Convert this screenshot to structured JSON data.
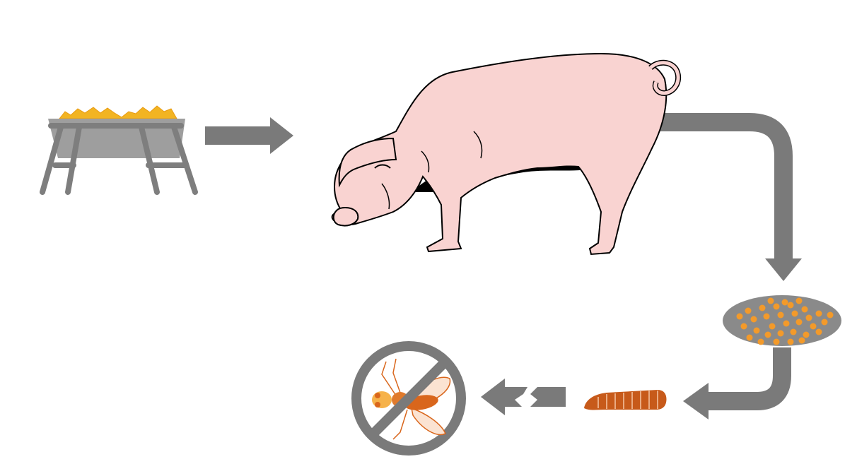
{
  "diagram": {
    "type": "life-cycle flow",
    "stages": [
      {
        "id": "feed",
        "icon": "feeder-trough-icon"
      },
      {
        "id": "pig",
        "icon": "pig-icon"
      },
      {
        "id": "eggs",
        "icon": "egg-cluster-icon"
      },
      {
        "id": "larva",
        "icon": "larva-icon"
      },
      {
        "id": "no-fly",
        "icon": "prohibited-fly-icon"
      }
    ],
    "flow": [
      {
        "from": "feed",
        "to": "pig",
        "style": "solid"
      },
      {
        "from": "pig",
        "to": "eggs",
        "style": "solid-curved"
      },
      {
        "from": "eggs",
        "to": "larva",
        "style": "solid-curved"
      },
      {
        "from": "larva",
        "to": "no-fly",
        "style": "broken"
      }
    ],
    "colors": {
      "arrow": "#7a7a7a",
      "trough": "#9e9e9e",
      "trough_legs": "#7e7e7e",
      "feed": "#f2b422",
      "pig_skin": "#f9d3d1",
      "pig_shadow": "#000000",
      "egg_dish": "#8a8a8a",
      "egg": "#f39a2a",
      "larva": "#c75a1a",
      "fly": "#d9661c",
      "prohibit": "#7a7a7a"
    }
  }
}
